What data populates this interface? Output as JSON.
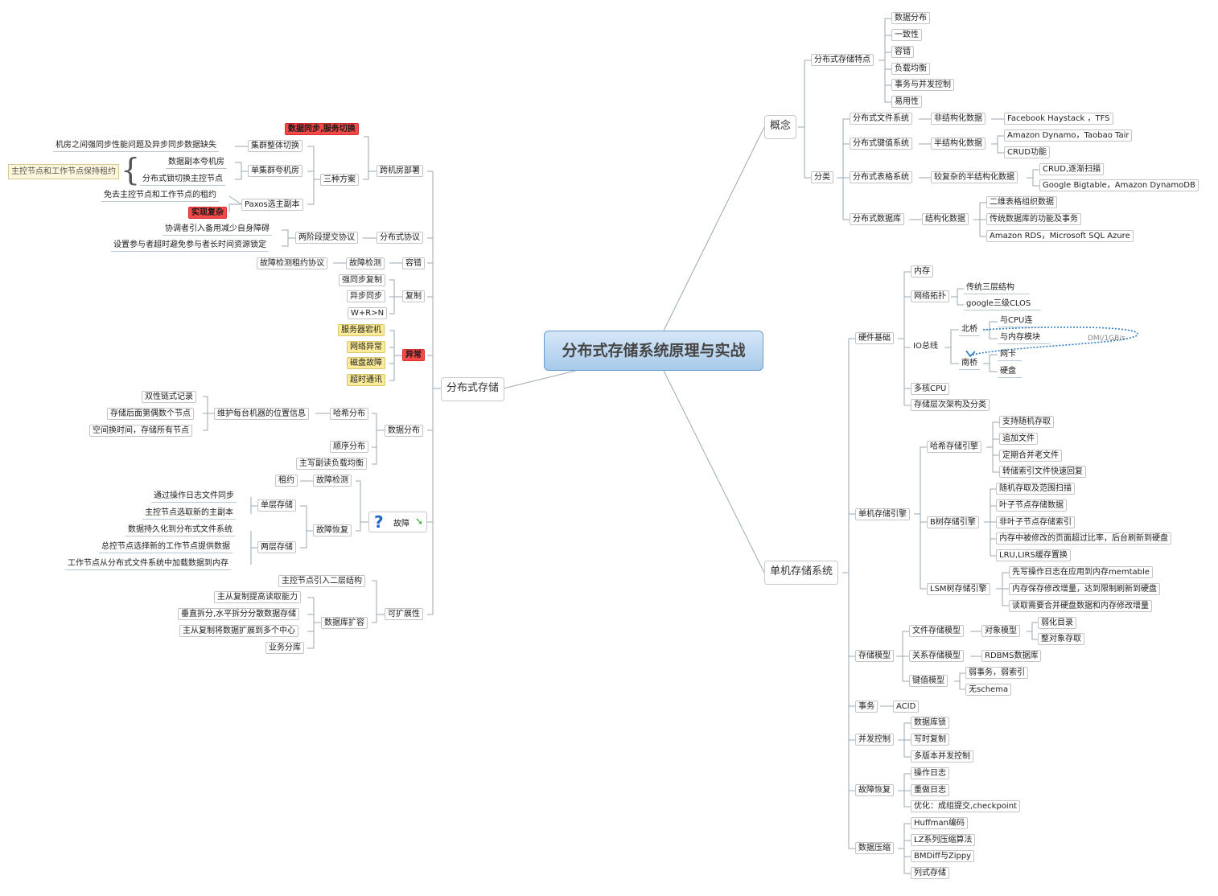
{
  "root": "分布式存储系统原理与实战",
  "left": {
    "title": "分布式存储",
    "cross_dc": {
      "label": "跨机房部署",
      "tag": "数据同步,服务切换",
      "three": "三种方案",
      "cluster_switch": "集群整体切换",
      "cluster_switch_note": "机房之间强同步性能问题及异步同步数据缺失",
      "single_cluster": "单集群夸机房",
      "replica_cross": "数据副本夸机房",
      "dist_lock": "分布式锁切换主控节点",
      "side_note": "主控节点和工作节点保持租约",
      "paxos": "Paxos选主副本",
      "paxos_note": "免去主控节点和工作节点的租约",
      "tag2": "实现复杂"
    },
    "protocol": {
      "label": "分布式协议",
      "twopc": "两阶段提交协议",
      "c1": "协调者引入备用减少自身障碍",
      "c2": "设置参与者超时避免参与者长时间资源锁定"
    },
    "fault_tol": {
      "label": "容错",
      "detect": "故障检测",
      "lease": "故障检测租约协议"
    },
    "replication": {
      "label": "复制",
      "sync": "强同步复制",
      "async": "异步同步",
      "wrn": "W+R>N"
    },
    "anomaly": {
      "label": "异常",
      "items": [
        "服务器宕机",
        "网络异常",
        "磁盘故障",
        "超时通讯"
      ]
    },
    "distribution": {
      "label": "数据分布",
      "hash": "哈希分布",
      "maintain": "维护每台机器的位置信息",
      "m1": "双性链式记录",
      "m2": "存储后面第偶数个节点",
      "m3": "空间换时间，存储所有节点",
      "seq": "顺序分布",
      "balance": "主写副读负载均衡"
    },
    "fault": {
      "label": "故障",
      "detect": "故障检测",
      "lease": "租约",
      "recover": "故障恢复",
      "single": "单层存储",
      "s1": "通过操作日志文件同步",
      "s2": "主控节点选取新的主副本",
      "double": "两层存储",
      "d1": "数据持久化到分布式文件系统",
      "d2": "总控节点选择新的工作节点提供数据",
      "d3": "工作节点从分布式文件系统中加载数据到内存"
    },
    "scalability": {
      "label": "可扩展性",
      "l2": "主控节点引入二层结构",
      "dbexp": "数据库扩容",
      "e1": "主从复制提高读取能力",
      "e2": "垂直拆分,水平拆分分散数据存储",
      "e3": "主从复制将数据扩展到多个中心",
      "e4": "业务分库"
    }
  },
  "concept": {
    "title": "概念",
    "features": {
      "label": "分布式存储特点",
      "items": [
        "数据分布",
        "一致性",
        "容错",
        "负载均衡",
        "事务与并发控制",
        "易用性"
      ]
    },
    "category": {
      "label": "分类",
      "dfs": "分布式文件系统",
      "dfs_data": "非结构化数据",
      "dfs_ex": "Facebook Haystack ，TFS",
      "dkv": "分布式键值系统",
      "dkv_data": "半结构化数据",
      "dkv_ex": "Amazon Dynamo，Taobao Tair",
      "dkv_crud": "CRUD功能",
      "dtable": "分布式表格系统",
      "dtable_data": "较复杂的半结构化数据",
      "dtable_scan": "CRUD,逐渐扫描",
      "dtable_ex": "Google Bigtable，Amazon DynamoDB",
      "ddb": "分布式数据库",
      "ddb_data": "结构化数据",
      "ddb1": "二维表格组织数据",
      "ddb2": "传统数据库的功能及事务",
      "ddb3": "Amazon RDS，Microsoft SQL Azure"
    }
  },
  "single": {
    "title": "单机存储系统",
    "hardware": {
      "label": "硬件基础",
      "mem": "内存",
      "net": "网络拓扑",
      "net1": "传统三层结构",
      "net2": "google三级CLOS",
      "io": "IO总线",
      "north": "北桥",
      "cpu": "与CPU连",
      "memmod": "与内存模块",
      "dmi": "DMI/1GB/s",
      "south": "南桥",
      "nic": "网卡",
      "disk": "硬盘",
      "multicore": "多核CPU",
      "hierarchy": "存储层次架构及分类"
    },
    "engine": {
      "label": "单机存储引擎",
      "hash": "哈希存储引擎",
      "h": [
        "支持随机存取",
        "追加文件",
        "定期合并老文件",
        "转储索引文件快速回复"
      ],
      "btree": "B树存储引擎",
      "b": [
        "随机存取及范围扫描",
        "叶子节点存储数据",
        "非叶子节点存储索引",
        "内存中被修改的页面超过比率，后台刷新到硬盘",
        "LRU,LIRS缓存置换"
      ],
      "lsm": "LSM树存储引擎",
      "l": [
        "先写操作日志在应用到内存memtable",
        "内存保存修改增量，达到限制刷新到硬盘",
        "读取需要合并硬盘数据和内存修改增量"
      ]
    },
    "model": {
      "label": "存储模型",
      "file": "文件存储模型",
      "object": "对象模型",
      "o1": "弱化目录",
      "o2": "整对象存取",
      "relational": "关系存储模型",
      "rdbms": "RDBMS数据库",
      "kv": "键值模型",
      "kv1": "弱事务，弱索引",
      "kv2": "无schema"
    },
    "tx": {
      "label": "事务",
      "acid": "ACID"
    },
    "concurrency": {
      "label": "并发控制",
      "items": [
        "数据库锁",
        "写时复制",
        "多版本并发控制"
      ]
    },
    "recovery": {
      "label": "故障恢复",
      "items": [
        "操作日志",
        "重做日志",
        "优化：成组提交,checkpoint"
      ]
    },
    "compression": {
      "label": "数据压缩",
      "items": [
        "Huffman编码",
        "LZ系列压缩算法",
        "BMDiff与Zippy",
        "列式存储"
      ]
    }
  }
}
